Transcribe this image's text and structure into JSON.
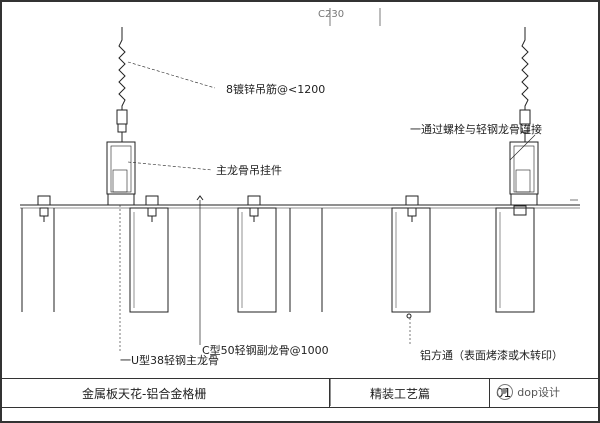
{
  "top_dimension": "C230",
  "labels": {
    "hanger_rod": "8镀锌吊筋@<1200",
    "bolt_connection": "一通过螺栓与轻钢龙骨连接",
    "main_hanger": "主龙骨吊挂件",
    "c_secondary_keel": "C型50轻钢副龙骨@1000",
    "u_main_keel": "一U型38轻钢主龙骨",
    "aluminum_tube": "铝方通（表面烤漆或木转印）"
  },
  "title_block": {
    "drawing_title": "金属板天花-铝合金格栅",
    "section": "精装工艺篇",
    "sheet_number": "01",
    "watermark": "dop设计"
  }
}
